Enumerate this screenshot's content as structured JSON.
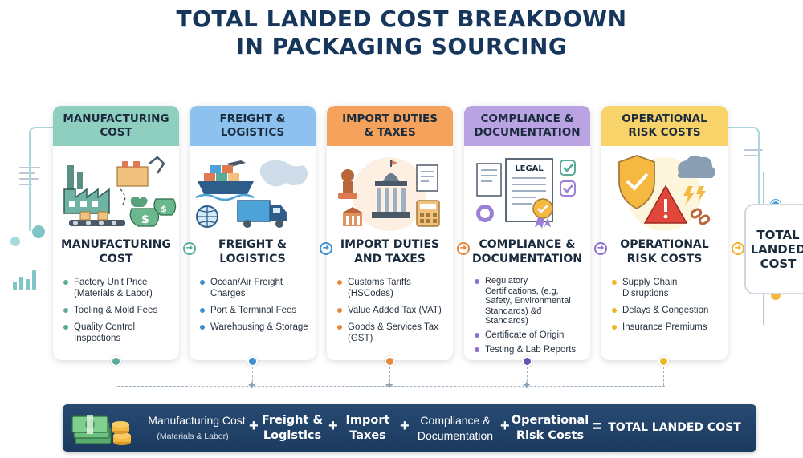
{
  "title": {
    "line1": "TOTAL LANDED COST BREAKDOWN",
    "line2": "IN PACKAGING SOURCING"
  },
  "colors": {
    "manufacturing": "#8fcfc0",
    "freight": "#8ec2ee",
    "duties": "#f5a35c",
    "compliance": "#b9a3e3",
    "risk": "#f7d36a",
    "equation_bar": "#1f3f66"
  },
  "cards": [
    {
      "header_line1": "MANUFACTURING",
      "header_line2": "COST",
      "title_line1": "MANUFACTURING",
      "title_line2": "COST",
      "icon": "factory-icon",
      "items": [
        "Factory Unit Price (Materials & Labor)",
        "Tooling & Mold Fees",
        "Quality Control Inspections"
      ]
    },
    {
      "header_line1": "FREIGHT &",
      "header_line2": "LOGISTICS",
      "title_line1": "FREIGHT &",
      "title_line2": "LOGISTICS",
      "icon": "ship-truck-icon",
      "items": [
        "Ocean/Air Freight Charges",
        "Port & Terminal Fees",
        "Warehousing & Storage"
      ]
    },
    {
      "header_line1": "IMPORT DUTIES",
      "header_line2": "& TAXES",
      "title_line1": "IMPORT DUTIES",
      "title_line2": "AND TAXES",
      "icon": "customs-building-icon",
      "items": [
        "Customs Tariffs (HSCodes)",
        "Value Added Tax (VAT)",
        "Goods & Services Tax (GST)"
      ]
    },
    {
      "header_line1": "COMPLIANCE &",
      "header_line2": "DOCUMENTATION",
      "title_line1": "COMPLIANCE &",
      "title_line2": "DOCUMENTATION",
      "icon": "legal-document-icon",
      "legal_label": "LEGAL",
      "items": [
        "Regulatory Certifications, (e.g, Safety, Environmental Standards) &đ Standards)",
        "Certificate of Origin",
        "Testing & Lab Reports"
      ]
    },
    {
      "header_line1": "OPERATIONAL",
      "header_line2": "RISK COSTS",
      "title_line1": "OPERATIONAL",
      "title_line2": "RISK COSTS",
      "icon": "shield-warning-icon",
      "items": [
        "Supply Chain Disruptions",
        "Delays & Congestion",
        "Insurance Premiums"
      ]
    }
  ],
  "total_box": {
    "line1": "TOTAL",
    "line2": "LANDED",
    "line3": "COST"
  },
  "equation": {
    "term1": "Manufacturing Cost",
    "term1_sub": "(Materials & Labor)",
    "plus": "+",
    "term2_line1": "Freight &",
    "term2_line2": "Logistics",
    "term3_line1": "Import",
    "term3_line2": "Taxes",
    "term4_line1": "Compliance &",
    "term4_line2": "Documentation",
    "term5_line1": "Operational",
    "term5_line2": "Risk Costs",
    "equals": "=",
    "result": "TOTAL LANDED COST",
    "icon": "money-stack-icon"
  }
}
